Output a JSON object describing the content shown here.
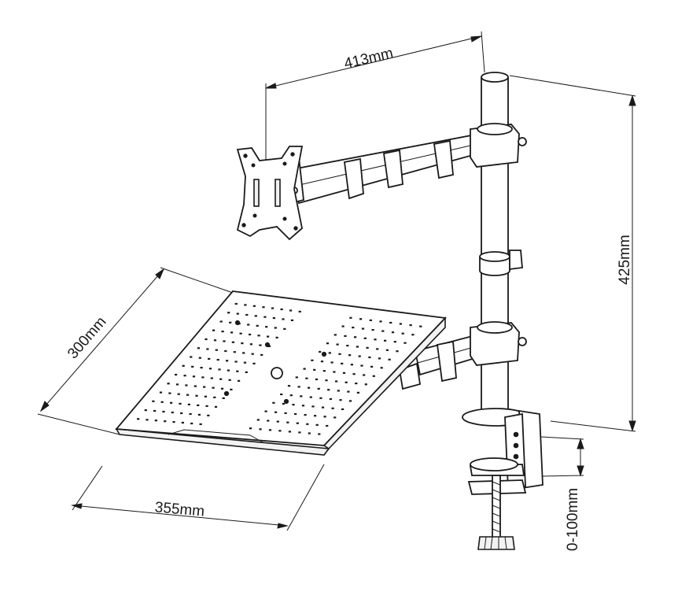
{
  "dimensions": {
    "arm_reach": "413mm",
    "pole_height": "425mm",
    "tray_depth": "300mm",
    "tray_width": "355mm",
    "clamp_range": "0-100mm"
  },
  "colors": {
    "line": "#1a1a1a",
    "background": "#ffffff"
  },
  "parts": {
    "pole": "pole",
    "monitor_plate": "vesa-plate",
    "upper_arm": "monitor-arm",
    "lower_arm": "tray-arm",
    "tray": "laptop-tray",
    "clamp": "desk-clamp",
    "knob": "clamp-knob"
  }
}
